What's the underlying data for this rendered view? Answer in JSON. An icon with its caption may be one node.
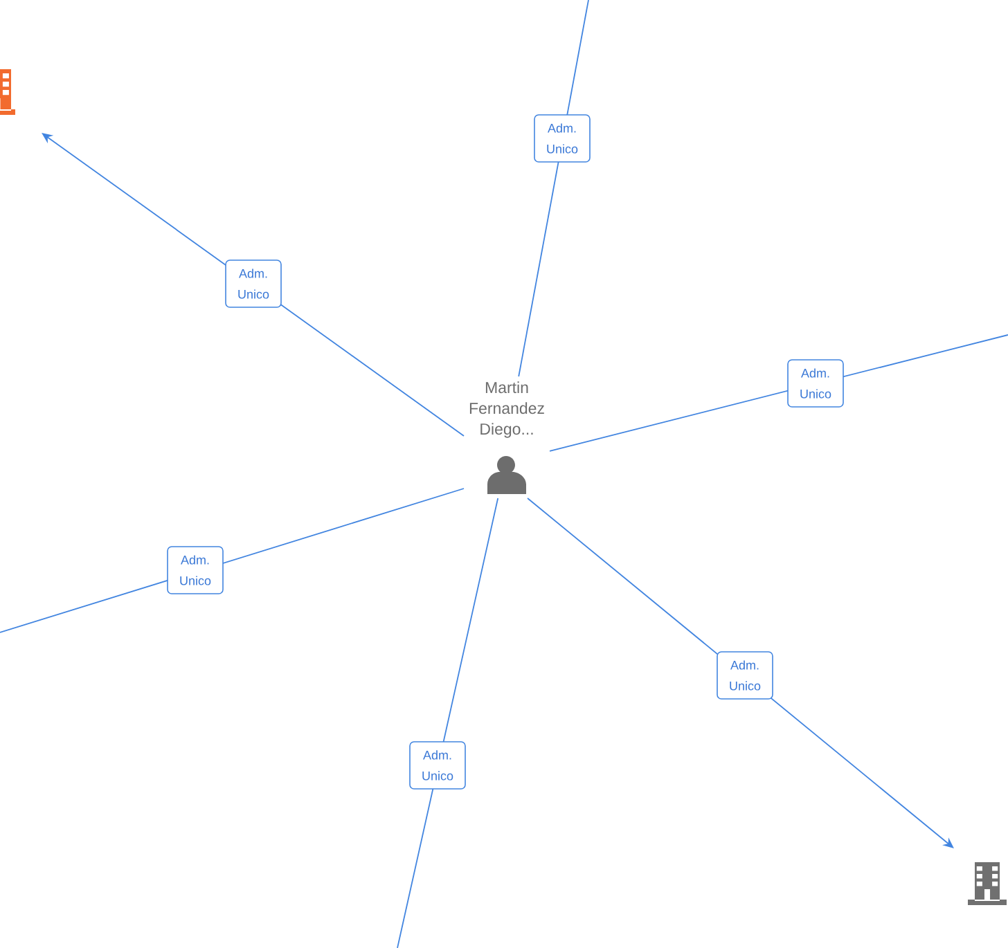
{
  "diagram": {
    "nodes": [
      {
        "text": [
          "Martin Fernandez Diego..."
        ]
      },
      {
        "text": [],
        "shape": "building"
      },
      {
        "text": [],
        "shape": "building"
      }
    ],
    "edges": [
      {
        "from": 0,
        "to": 1,
        "arrow": "to",
        "label": "Adm. Unico"
      },
      {
        "from": 0,
        "to": null,
        "arrow": "none",
        "label": "Adm. Unico"
      },
      {
        "from": 0,
        "to": null,
        "arrow": "none",
        "label": "Adm. Unico"
      },
      {
        "from": 0,
        "to": null,
        "arrow": "none",
        "label": "Adm. Unico"
      },
      {
        "from": 0,
        "to": null,
        "arrow": "none",
        "label": "Adm. Unico"
      },
      {
        "from": 0,
        "to": 2,
        "arrow": "to",
        "label": "Adm. Unico"
      }
    ]
  }
}
